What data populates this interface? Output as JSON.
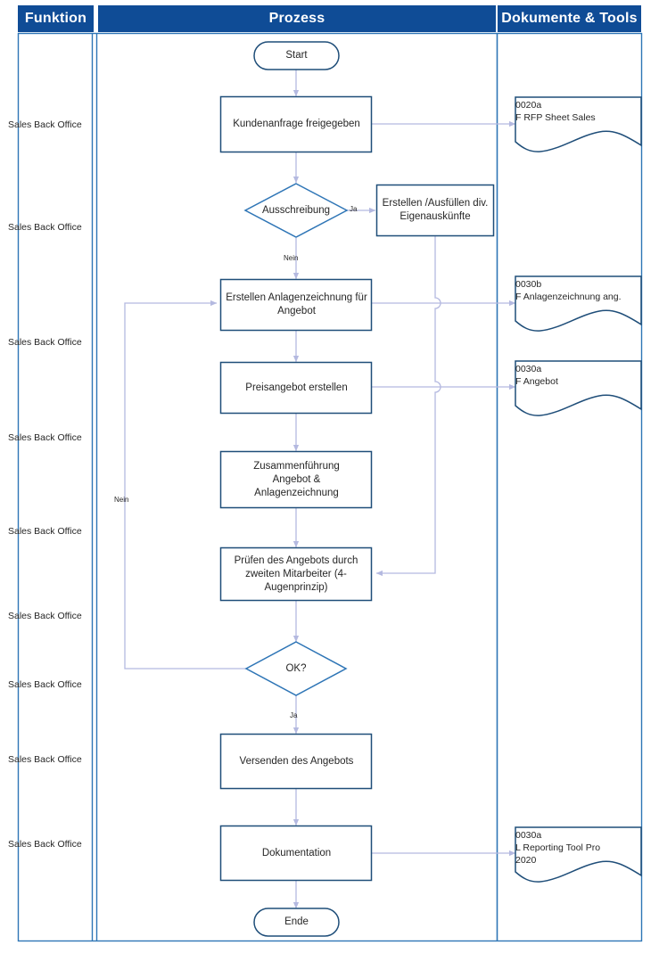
{
  "diagram": {
    "title": "Angebotsprozess Flussdiagramm",
    "colors": {
      "header_blue": "#0F4C96",
      "shape_border": "#1F4E79",
      "connector": "#B4B9E0",
      "lane_divider": "#2E75B6",
      "text": "#262626"
    }
  },
  "header": {
    "columns": [
      {
        "label": "Funktion"
      },
      {
        "label": "Prozess"
      },
      {
        "label": "Dokumente & Tools"
      }
    ]
  },
  "lanes": {
    "roles": [
      {
        "label": "Sales Back Office"
      },
      {
        "label": "Sales Back Office"
      },
      {
        "label": "Sales Back Office"
      },
      {
        "label": "Sales Back Office"
      },
      {
        "label": "Sales Back Office"
      },
      {
        "label": "Sales Back Office"
      },
      {
        "label": "Sales Back Office"
      },
      {
        "label": "Sales Back Office"
      },
      {
        "label": "Sales Back Office"
      }
    ]
  },
  "process": {
    "nodes": [
      {
        "id": "start",
        "type": "terminator",
        "label": "Start"
      },
      {
        "id": "kundenanfrage",
        "type": "process",
        "label": "Kundenanfrage freigegeben"
      },
      {
        "id": "ausschreibung",
        "type": "decision",
        "label": "Ausschreibung"
      },
      {
        "id": "eigenauskuenfte",
        "type": "process",
        "label": "Erstellen /Ausfüllen div. Eigenauskünfte"
      },
      {
        "id": "anlagenzeichnung",
        "type": "process",
        "label": "Erstellen Anlagenzeichnung für Angebot"
      },
      {
        "id": "preisangebot",
        "type": "process",
        "label": "Preisangebot erstellen"
      },
      {
        "id": "zusammenfuehrung",
        "type": "process",
        "label": "Zusammenführung Angebot & Anlagenzeichnung"
      },
      {
        "id": "pruefen",
        "type": "process",
        "label": "Prüfen des Angebots durch zweiten Mitarbeiter (4-Augenprinzip)"
      },
      {
        "id": "ok",
        "type": "decision",
        "label": "OK?"
      },
      {
        "id": "versenden",
        "type": "process",
        "label": "Versenden des Angebots"
      },
      {
        "id": "dokumentation",
        "type": "process",
        "label": "Dokumentation"
      },
      {
        "id": "ende",
        "type": "terminator",
        "label": "Ende"
      }
    ],
    "edge_labels": [
      {
        "id": "ausschreibung-ja",
        "label": "Ja"
      },
      {
        "id": "ausschreibung-nein",
        "label": "Nein"
      },
      {
        "id": "ok-nein",
        "label": "Nein"
      },
      {
        "id": "ok-ja",
        "label": "Ja"
      }
    ]
  },
  "documents": [
    {
      "id": "doc-0020a",
      "code": "0020a",
      "line2": " F RFP Sheet Sales",
      "line3": ""
    },
    {
      "id": "doc-0030b",
      "code": "0030b",
      "line2": "F Anlagenzeichnung ang.",
      "line3": ""
    },
    {
      "id": "doc-0030a-angebot",
      "code": "0030a",
      "line2": "F Angebot",
      "line3": ""
    },
    {
      "id": "doc-0030a-tool",
      "code": "0030a",
      "line2": "L Reporting Tool Pro",
      "line3": "2020"
    }
  ]
}
